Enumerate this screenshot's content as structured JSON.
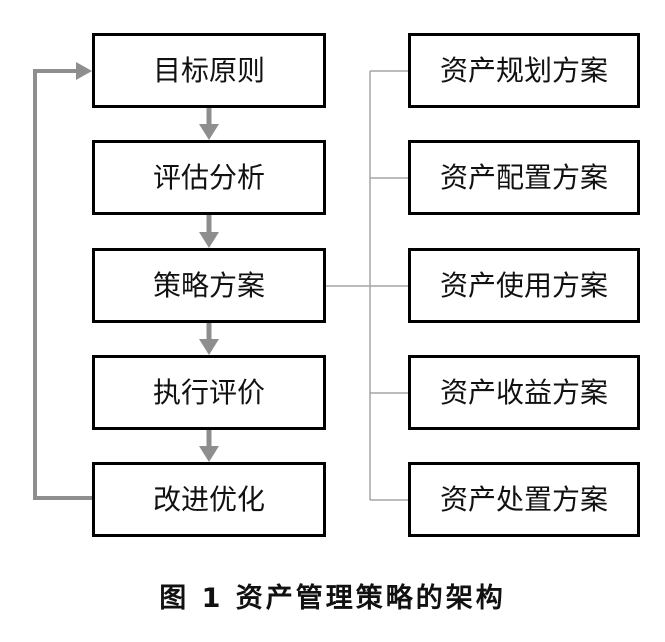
{
  "diagram": {
    "process_steps": [
      "目标原则",
      "评估分析",
      "策略方案",
      "执行评价",
      "改进优化"
    ],
    "strategy_plans": [
      "资产规划方案",
      "资产配置方案",
      "资产使用方案",
      "资产收益方案",
      "资产处置方案"
    ],
    "caption": "图 1 资产管理策略的架构"
  },
  "colors": {
    "box_border": "#000000",
    "arrow": "#8e8e8e",
    "connector": "#a6a6a6",
    "text": "#111111"
  }
}
